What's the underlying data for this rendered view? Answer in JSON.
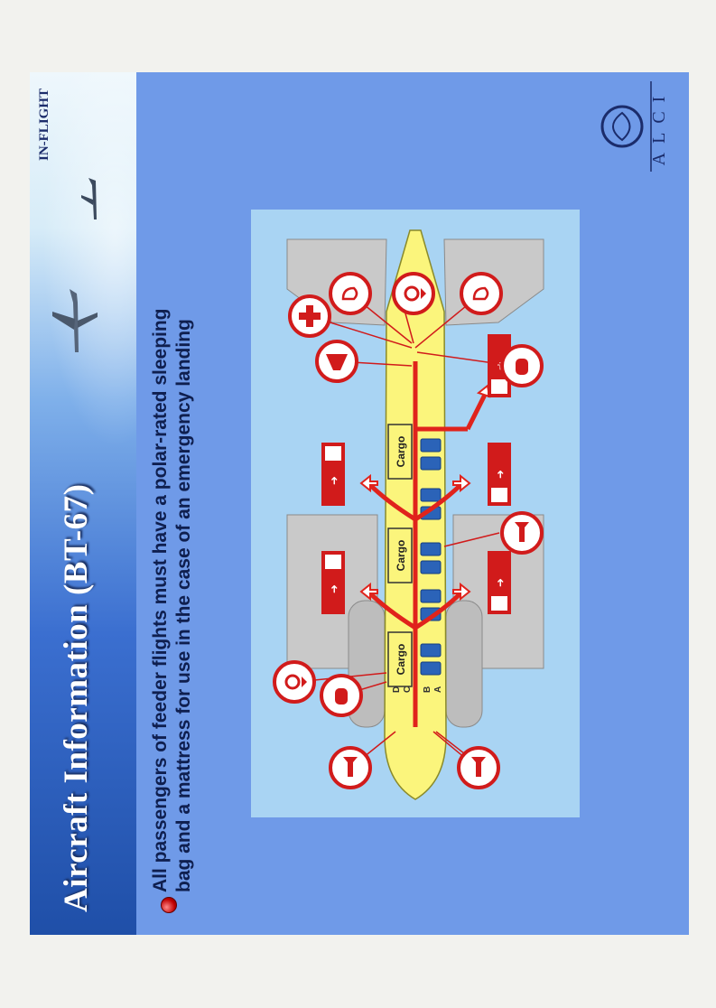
{
  "header": {
    "title": "Aircraft Information (BT-67)",
    "section": "IN-FLIGHT"
  },
  "bullet": {
    "line1": "All passengers of feeder flights must have a polar-rated sleeping",
    "line2": "bag and a mattress for use in the case of an emergency landing"
  },
  "diagram": {
    "cargo_labels": [
      "Cargo",
      "Cargo",
      "Cargo"
    ],
    "seat_letters_top": [
      "D",
      "C"
    ],
    "seat_letters_bottom": [
      "B",
      "A"
    ],
    "colors": {
      "fuselage": "#fbf57c",
      "aisle": "#e0231c",
      "wing": "#c9c9c9",
      "seat": "#2b63b8",
      "icon_ring": "#d11b1b",
      "panel": "#a9d4f3"
    }
  },
  "logo": {
    "text": "ALCI"
  }
}
